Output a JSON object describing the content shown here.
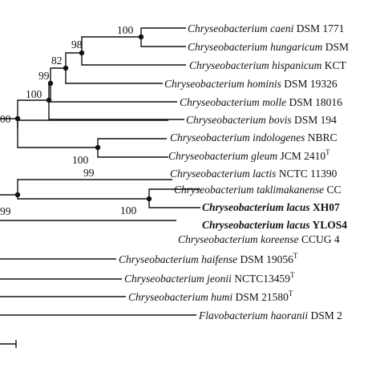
{
  "tree": {
    "taxa": [
      {
        "genus_species": "Chryseobacterium caeni",
        "strain": " DSM 1771",
        "superscript": "",
        "bold": false
      },
      {
        "genus_species": "Chryseobacterium hungaricum",
        "strain": " DSM",
        "superscript": "",
        "bold": false
      },
      {
        "genus_species": "Chryseobacterium hispanicum",
        "strain": " KCT",
        "superscript": "",
        "bold": false
      },
      {
        "genus_species": "Chryseobacterium hominis",
        "strain": " DSM 19326",
        "superscript": "",
        "bold": false
      },
      {
        "genus_species": "Chryseobacterium molle",
        "strain": " DSM 18016",
        "superscript": "",
        "bold": false
      },
      {
        "genus_species": "Chryseobacterium bovis",
        "strain": " DSM 194",
        "superscript": "",
        "bold": false
      },
      {
        "genus_species": "Chryseobacterium indologenes",
        "strain": " NBRC",
        "superscript": "",
        "bold": false
      },
      {
        "genus_species": "Chryseobacterium gleum",
        "strain": " JCM 2410",
        "superscript": "T",
        "bold": false
      },
      {
        "genus_species": "Chryseobacterium lactis",
        "strain": " NCTC 11390",
        "superscript": "",
        "bold": false
      },
      {
        "genus_species": "Chryseobacterium taklimakanense",
        "strain": " CC",
        "superscript": "",
        "bold": false
      },
      {
        "genus_species": "Chryseobacterium lacus",
        "strain": " XH07",
        "superscript": "",
        "bold": true
      },
      {
        "genus_species": "Chryseobacterium lacus",
        "strain": " YLOS4",
        "superscript": "",
        "bold": true
      },
      {
        "genus_species": "Chryseobacterium koreense",
        "strain": " CCUG 4",
        "superscript": "",
        "bold": false
      },
      {
        "genus_species": "Chryseobacterium haifense",
        "strain": " DSM 19056",
        "superscript": "T",
        "bold": false
      },
      {
        "genus_species": "Chryseobacterium jeonii",
        "strain": " NCTC13459",
        "superscript": "T",
        "bold": false
      },
      {
        "genus_species": "Chryseobacterium humi",
        "strain": " DSM 21580",
        "superscript": "T",
        "bold": false
      },
      {
        "genus_species": "Flavobacterium haoranii",
        "strain": " DSM 2",
        "superscript": "",
        "bold": false
      }
    ],
    "bootstrap_values": [
      "100",
      "98",
      "82",
      "99",
      "100",
      "00",
      "100",
      "99",
      "99",
      "100"
    ]
  }
}
